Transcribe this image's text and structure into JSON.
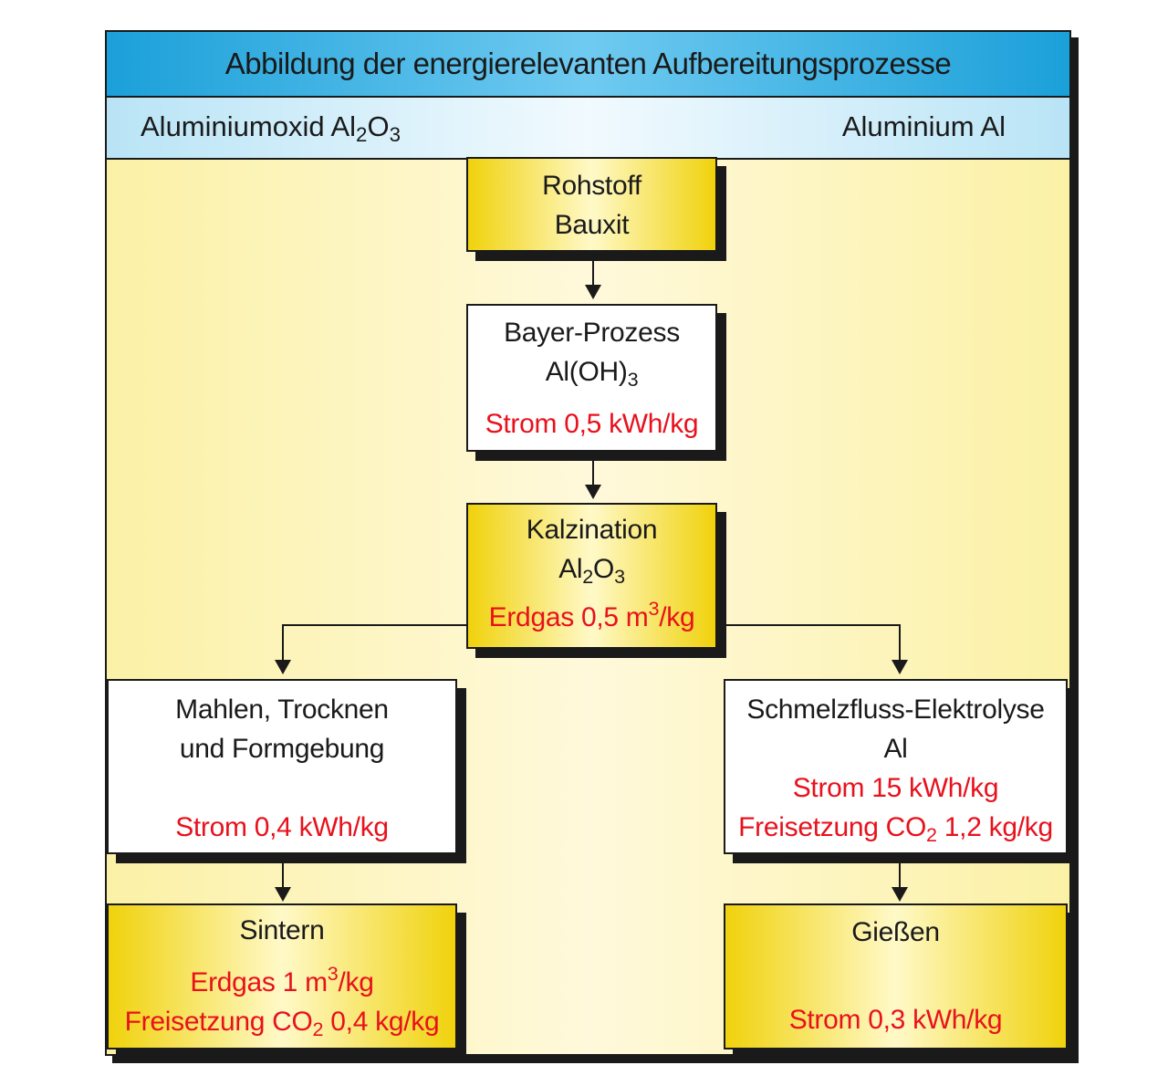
{
  "title": "Abbildung der energierelevanten Aufbereitungsprozesse",
  "columns": {
    "left": {
      "text": "Aluminiumoxid Al",
      "sub1": "2",
      "mid": "O",
      "sub2": "3"
    },
    "right": "Aluminium Al"
  },
  "nodes": {
    "rohstoff": {
      "line1": "Rohstoff",
      "line2": "Bauxit"
    },
    "bayer": {
      "line1": "Bayer-Prozess",
      "formula": "Al(OH)",
      "formula_sub": "3",
      "energy": "Strom 0,5 kWh/kg"
    },
    "kalzination": {
      "line1": "Kalzination",
      "f1": "Al",
      "f1_sub": "2",
      "f2": "O",
      "f2_sub": "3",
      "energy_pre": "Erdgas 0,5 m",
      "energy_sup": "3",
      "energy_post": "/kg"
    },
    "mahlen": {
      "line1": "Mahlen, Trocknen",
      "line2": "und Formgebung",
      "energy": "Strom 0,4 kWh/kg"
    },
    "elektrolyse": {
      "line1": "Schmelzfluss-Elektrolyse",
      "line2": "Al",
      "energy": "Strom 15 kWh/kg",
      "co2_pre": "Freisetzung CO",
      "co2_sub": "2",
      "co2_post": " 1,2 kg/kg"
    },
    "sintern": {
      "line1": "Sintern",
      "energy_pre": "Erdgas 1 m",
      "energy_sup": "3",
      "energy_post": "/kg",
      "co2_pre": "Freisetzung CO",
      "co2_sub": "2",
      "co2_post": " 0,4 kg/kg"
    },
    "giessen": {
      "line1": "Gießen",
      "energy": "Strom 0,3 kWh/kg"
    }
  },
  "colors": {
    "accent_red": "#e8111c",
    "title_blue": "#1ba0d9",
    "box_yellow": "#f0d20c"
  }
}
